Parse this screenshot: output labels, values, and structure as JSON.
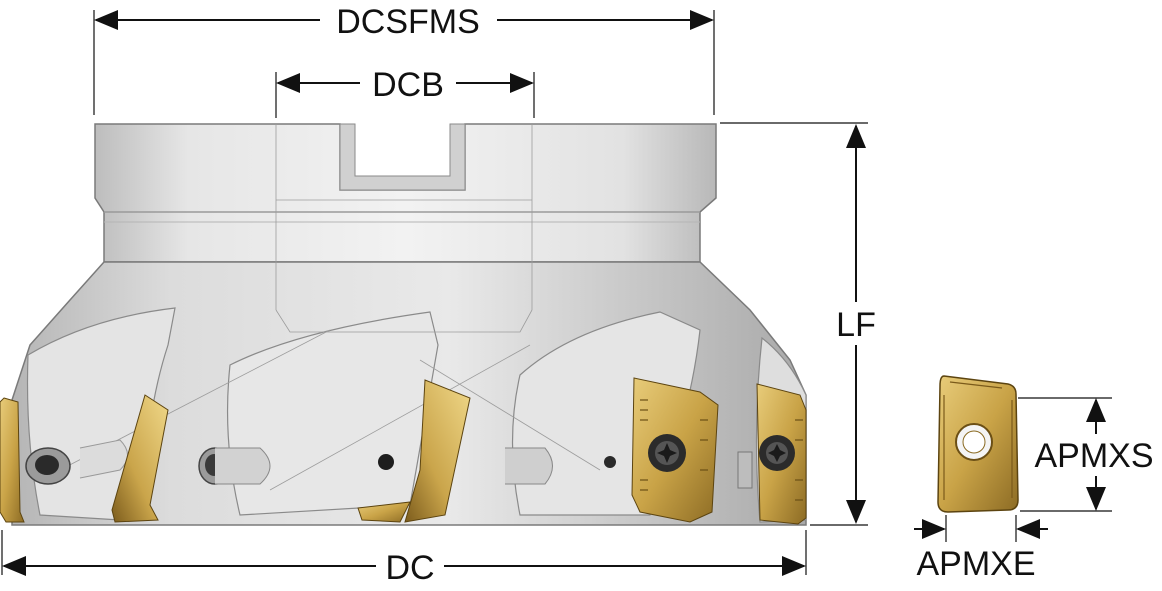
{
  "dimensions": {
    "dcsfms": "DCSFMS",
    "dcb": "DCB",
    "lf": "LF",
    "dc": "DC",
    "apmxs": "APMXS",
    "apmxe": "APMXE"
  },
  "colors": {
    "body_light": "#ececec",
    "body_mid": "#c9c9c9",
    "body_dark": "#9a9a9a",
    "insert_gold": "#d6b45a",
    "insert_dark": "#8a6a22",
    "dimension_line": "#111111"
  }
}
